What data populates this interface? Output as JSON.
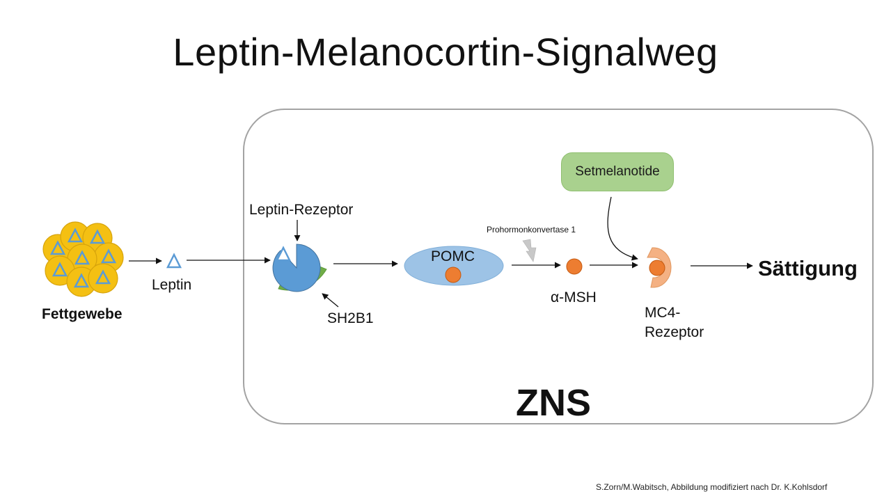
{
  "title": "Leptin-Melanocortin-Signalweg",
  "labels": {
    "fettgewebe": "Fettgewebe",
    "leptin": "Leptin",
    "leptin_rezeptor": "Leptin-Rezeptor",
    "sh2b1": "SH2B1",
    "pomc": "POMC",
    "prohormonkonvertase": "Prohormonkonvertase 1",
    "alpha_msh": "α-MSH",
    "mc4_rezeptor": "MC4-\nRezeptor",
    "saettigung": "Sättigung",
    "setmelanotide": "Setmelanotide",
    "zns": "ZNS"
  },
  "credit": "S.Zorn/M.Wabitsch, Abbildung modifiziert nach Dr. K.Kohlsdorf",
  "colors": {
    "fat_cell": "#f4c013",
    "fat_cell_border": "#d6a30c",
    "triangle": "#5b9bd5",
    "receptor": "#5b9bd5",
    "sh2b1": "#70ad47",
    "pomc": "#9dc3e6",
    "msh": "#ed7d31",
    "mc4": "#f4b183",
    "setmelanotide": "#a9d18e",
    "zns_border": "#a3a3a3",
    "lightning": "#c8c8c8"
  },
  "icons": {
    "fat_tissue": "fat-cell-cluster-icon",
    "leptin": "triangle-icon",
    "enzyme": "lightning-icon"
  }
}
